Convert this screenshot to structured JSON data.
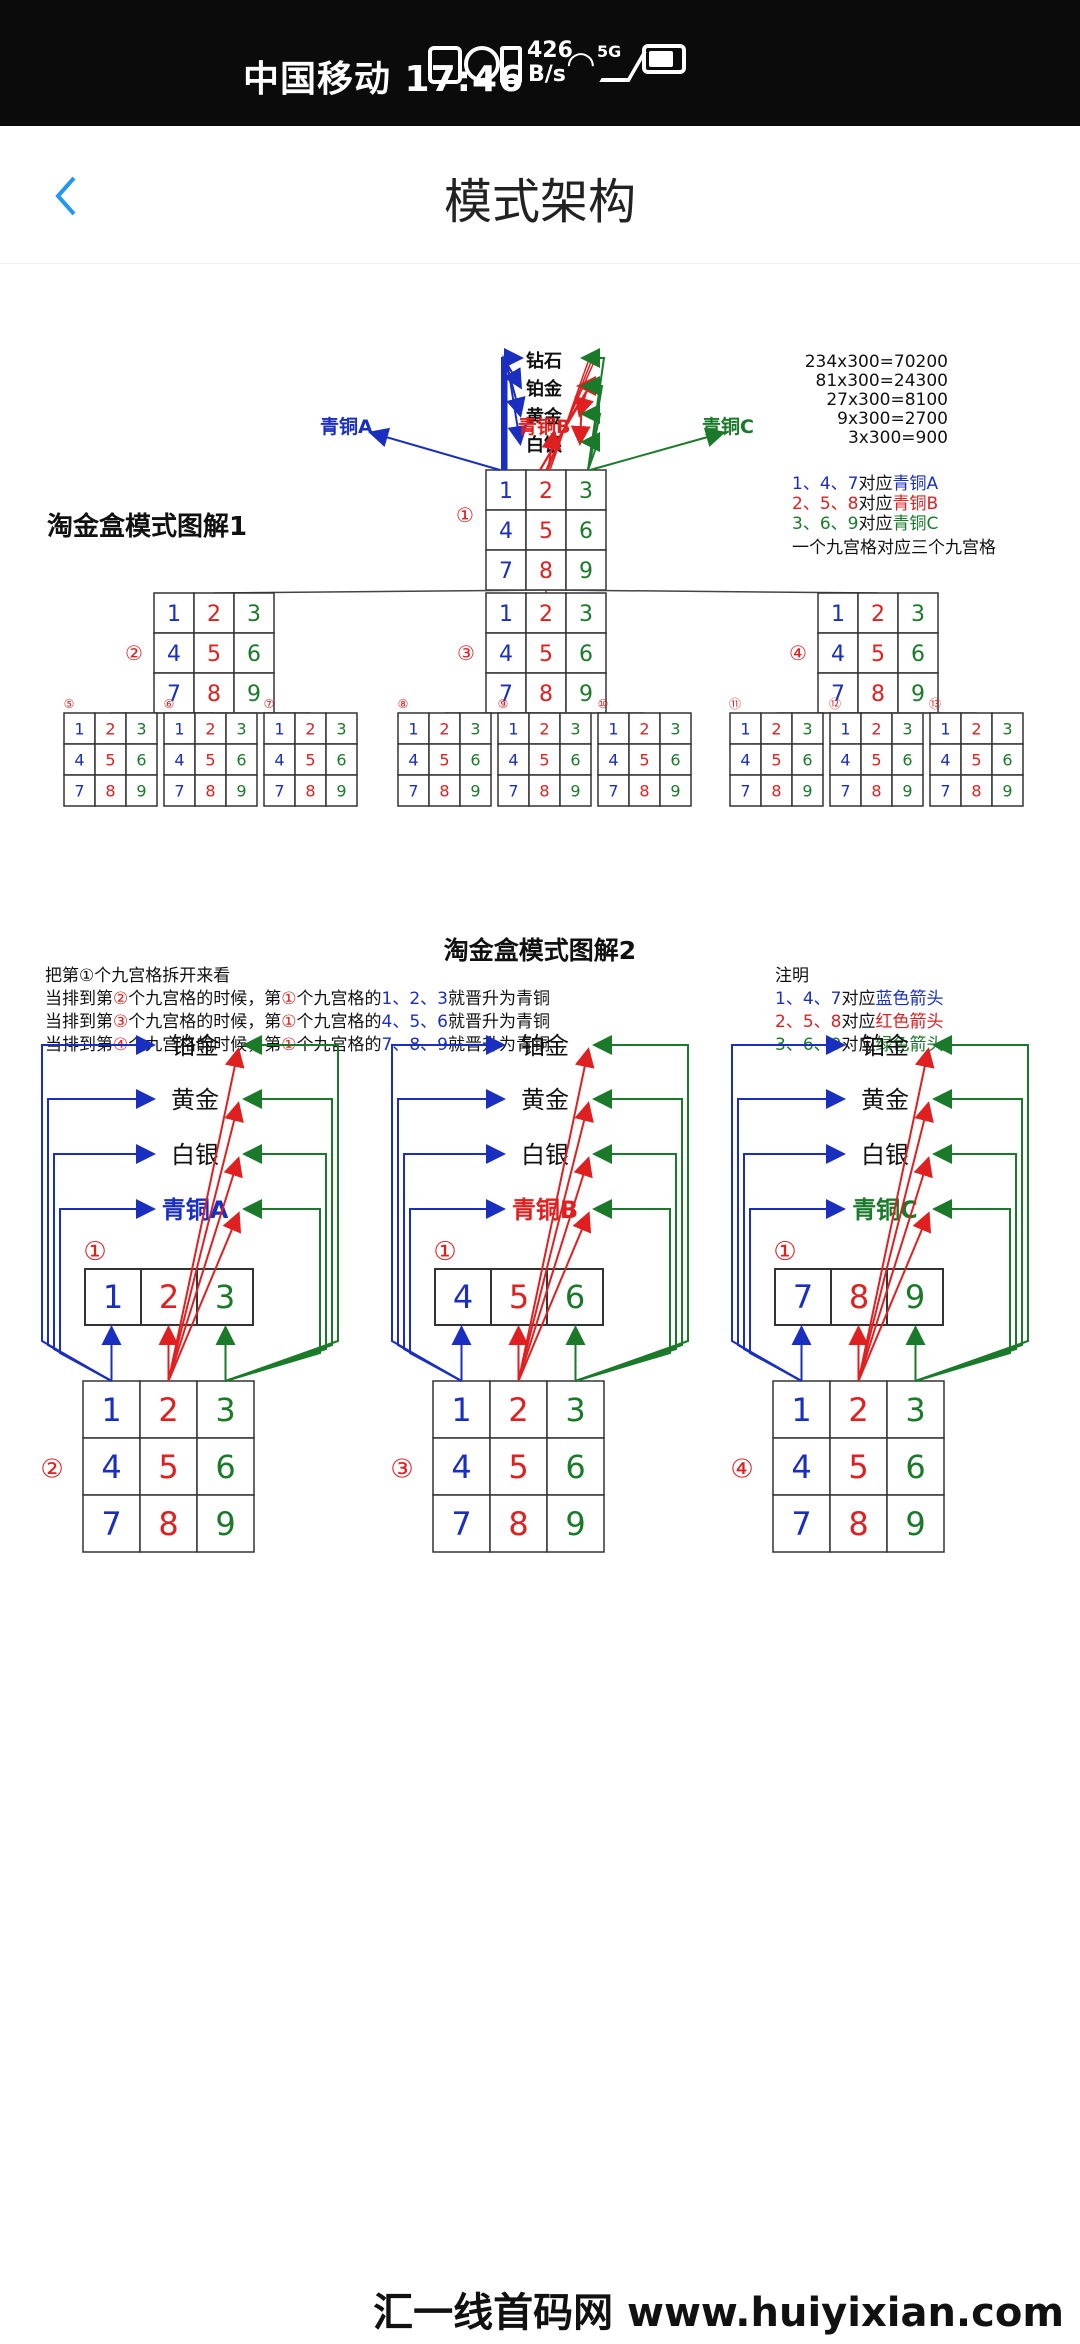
{
  "status_bar": {
    "carrier_time": "中国移动 17:46",
    "net_speed_value": "426",
    "net_speed_unit": "B/s",
    "net_type": "5G"
  },
  "header": {
    "title": "模式架构"
  },
  "diagram1": {
    "title": "淘金盒模式图解1",
    "tiers": [
      "钻石",
      "铂金",
      "黄金",
      "白银"
    ],
    "bronze_a": "青铜A",
    "bronze_b": "青铜B",
    "bronze_c": "青铜C",
    "calc": [
      "234x300=70200",
      "81x300=24300",
      "27x300=8100",
      "9x300=2700",
      "3x300=900"
    ],
    "legend": [
      {
        "nums": "1、4、7",
        "text": "对应",
        "label": "青铜A"
      },
      {
        "nums": "2、5、8",
        "text": "对应",
        "label": "青铜B"
      },
      {
        "nums": "3、6、9",
        "text": "对应",
        "label": "青铜C"
      }
    ],
    "legend_note": "一个九宫格对应三个九宫格",
    "circle_labels": [
      "①",
      "②",
      "③",
      "④",
      "⑤",
      "⑥",
      "⑦",
      "⑧",
      "⑨",
      "⑩",
      "⑪",
      "⑫",
      "⑬"
    ],
    "grid_numbers": [
      "1",
      "2",
      "3",
      "4",
      "5",
      "6",
      "7",
      "8",
      "9"
    ]
  },
  "diagram2": {
    "title": "淘金盒模式图解2",
    "intro": "把第①个九宫格拆开来看",
    "lines": [
      {
        "pre": "当排到第",
        "circ": "②",
        "mid": "个九宫格的时候，第",
        "circ1": "①",
        "mid2": "个九宫格的",
        "nums": "1、2、3",
        "post": "就晋升为青铜"
      },
      {
        "pre": "当排到第",
        "circ": "③",
        "mid": "个九宫格的时候，第",
        "circ1": "①",
        "mid2": "个九宫格的",
        "nums": "4、5、6",
        "post": "就晋升为青铜"
      },
      {
        "pre": "当排到第",
        "circ": "④",
        "mid": "个九宫格的时候，第",
        "circ1": "①",
        "mid2": "个九宫格的",
        "nums": "7、8、9",
        "post": "就晋升为青铜"
      }
    ],
    "note_title": "注明",
    "notes": [
      {
        "nums": "1、4、7",
        "text": "对应",
        "label": "蓝色箭头"
      },
      {
        "nums": "2、5、8",
        "text": "对应",
        "label": "红色箭头"
      },
      {
        "nums": "3、6、9",
        "text": "对应",
        "label": "绿色箭头"
      }
    ],
    "tiers": [
      "铂金",
      "黄金",
      "白银"
    ],
    "panels": [
      {
        "bronze": "青铜A",
        "row": [
          "1",
          "2",
          "3"
        ],
        "circle": "②"
      },
      {
        "bronze": "青铜B",
        "row": [
          "4",
          "5",
          "6"
        ],
        "circle": "③"
      },
      {
        "bronze": "青铜C",
        "row": [
          "7",
          "8",
          "9"
        ],
        "circle": "④"
      }
    ],
    "top_circle": "①"
  },
  "watermark": "汇一线首码网 www.huiyixian.com",
  "colors": {
    "blue": "#1a2fbf",
    "red": "#e02020",
    "green": "#1a7a2a",
    "accent": "#2196f3"
  }
}
